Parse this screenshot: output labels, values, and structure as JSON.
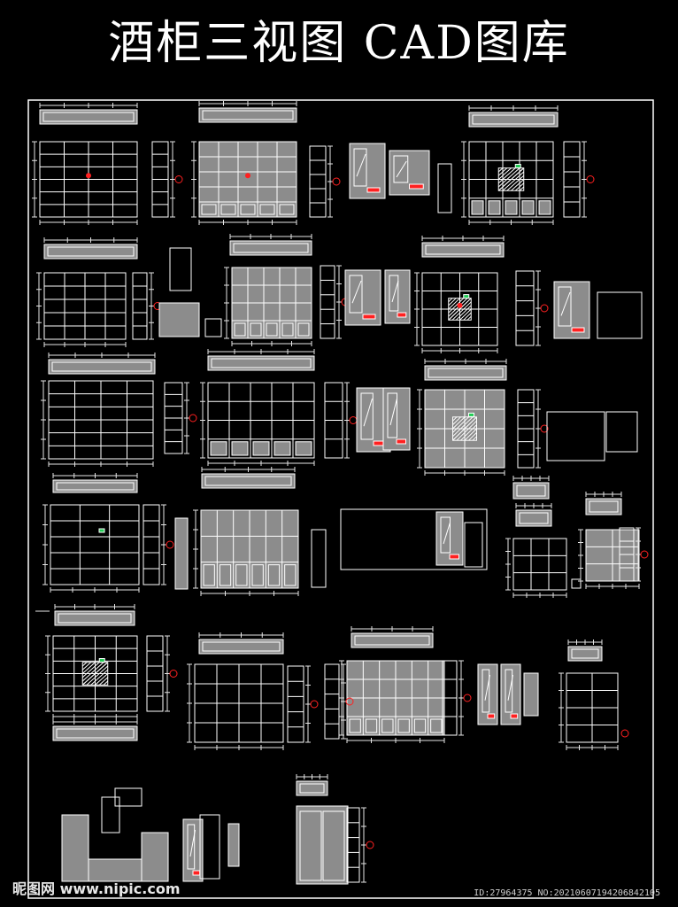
{
  "title": "酒柜三视图 CAD图库",
  "watermark": {
    "site": "昵图网 www.nipic.com",
    "id": "ID:27964375 NO:20210607194206842105"
  },
  "colors": {
    "background": "#000000",
    "line": "#ffffff",
    "panel": "#8c8c8c",
    "dim": "#e6e6e6",
    "marker": "#ff2020",
    "accent": "#22cc55"
  }
}
